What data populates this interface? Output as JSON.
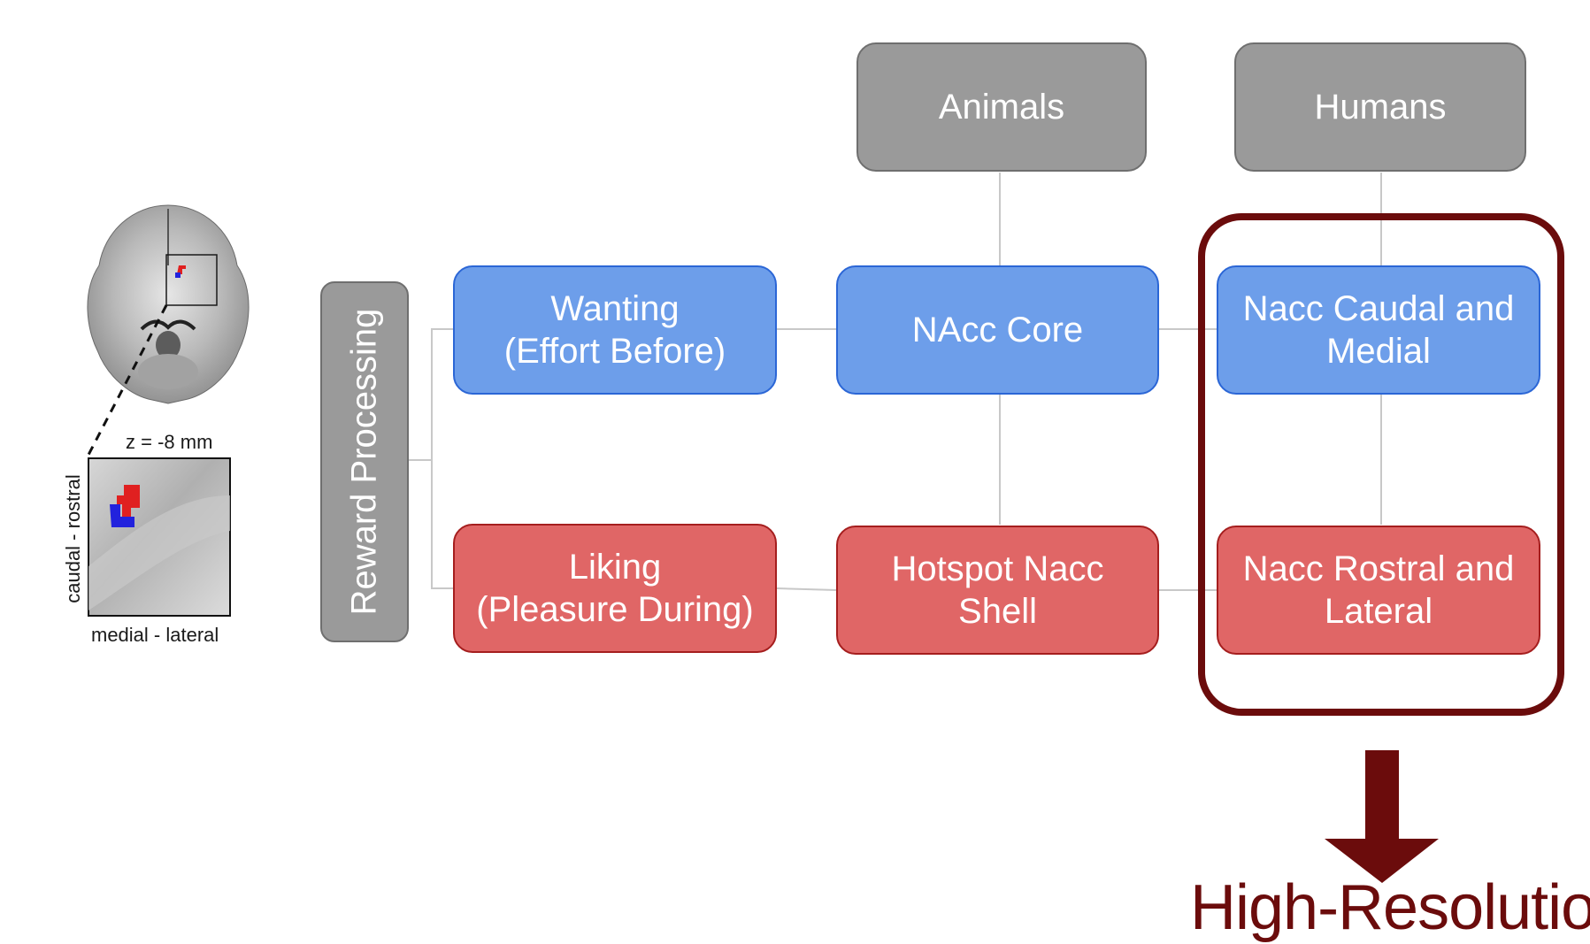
{
  "colors": {
    "gray_fill": "#9a9a9a",
    "blue_fill": "#6d9eea",
    "red_fill": "#e06666",
    "highlight": "#6b0c0c",
    "connector": "#c8c8c8"
  },
  "brain_panel": {
    "z_label": "z = -8 mm",
    "y_axis_label": "caudal - rostral",
    "x_axis_label": "medial - lateral"
  },
  "nodes": {
    "reward_processing": "Reward Processing",
    "animals": "Animals",
    "humans": "Humans",
    "wanting": [
      "Wanting",
      "(Effort Before)"
    ],
    "liking": [
      "Liking",
      "(Pleasure During)"
    ],
    "nacc_core": [
      "NAcc Core"
    ],
    "hotspot_shell": [
      "Hotspot Nacc",
      "Shell"
    ],
    "caudal_medial": [
      "Nacc Caudal and",
      "Medial"
    ],
    "rostral_lateral": [
      "Nacc Rostral and",
      "Lateral"
    ]
  },
  "highlight_label": "High-Resolution"
}
